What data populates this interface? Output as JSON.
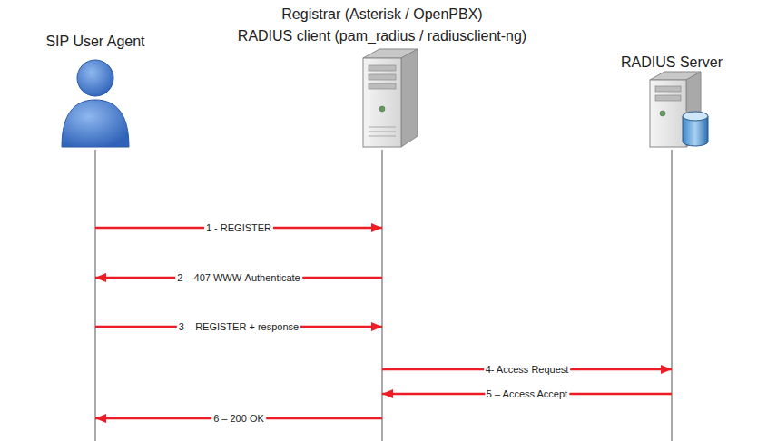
{
  "diagram": {
    "nodes": [
      {
        "text": [
          "SIP User Agent"
        ]
      },
      {
        "text": [
          "Registrar (Asterisk / OpenPBX)",
          "RADIUS client (pam_radius / radiusclient-ng)"
        ]
      },
      {
        "text": [
          "RADIUS Server"
        ]
      }
    ],
    "edges": [
      {
        "from": 0,
        "to": 1,
        "arrow": "to",
        "label": "1 - REGISTER"
      },
      {
        "from": 1,
        "to": 0,
        "arrow": "to",
        "label": "2 – 407 WWW-Authenticate"
      },
      {
        "from": 0,
        "to": 1,
        "arrow": "to",
        "label": "3 – REGISTER + response"
      },
      {
        "from": 1,
        "to": 2,
        "arrow": "to",
        "label": "4- Access Request"
      },
      {
        "from": 2,
        "to": 1,
        "arrow": "to",
        "label": "5 – Access Accept"
      },
      {
        "from": 1,
        "to": 0,
        "arrow": "to",
        "label": "6 – 200 OK"
      }
    ]
  }
}
